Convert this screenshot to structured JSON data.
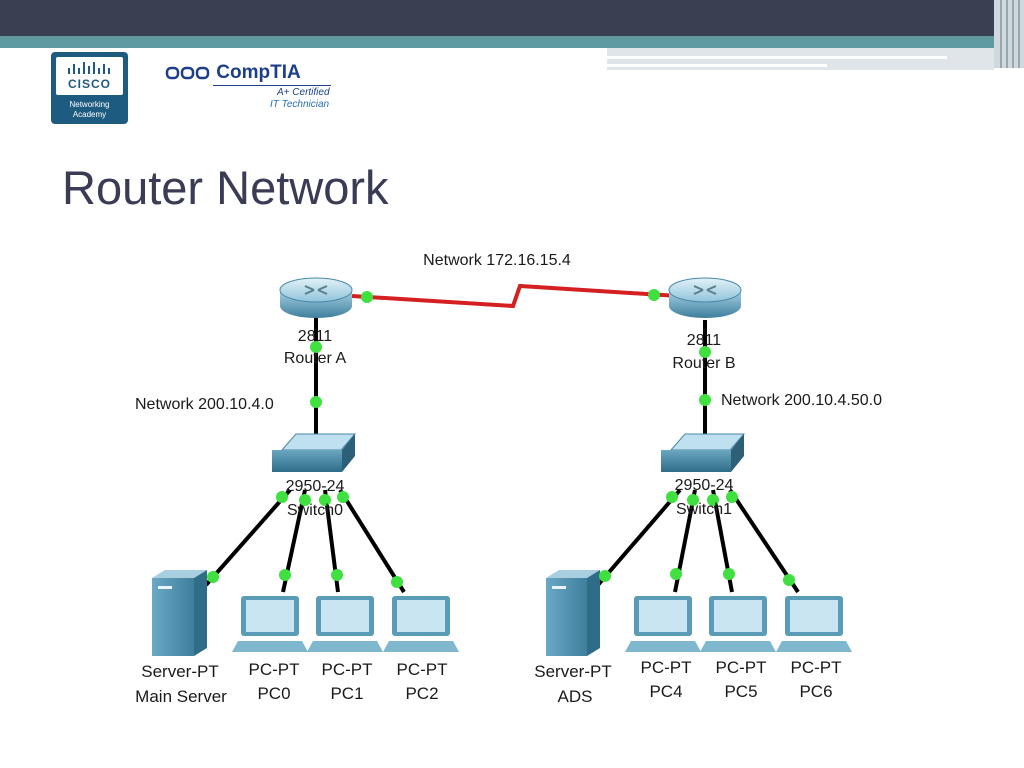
{
  "slide": {
    "title": "Router Network"
  },
  "logos": {
    "cisco": {
      "word": "CISCO",
      "sub1": "Networking",
      "sub2": "Academy",
      "icon": "cisco-bridge-icon"
    },
    "comptia": {
      "name": "CompTIA",
      "cert": "A+ Certified",
      "role": "IT Technician",
      "icon": "comptia-logo-icon"
    }
  },
  "colors": {
    "header": "#3b3f52",
    "accent": "#5f9aa0",
    "title": "#3a3b55",
    "serial_link": "#d42020",
    "ethernet_link": "#000000",
    "port": "#3fe03f"
  },
  "diagram": {
    "wan_label": "Network 172.16.15.4",
    "routers": [
      {
        "model": "2811",
        "name": "Router A"
      },
      {
        "model": "2811",
        "name": "Router B"
      }
    ],
    "lan_labels": [
      "Network 200.10.4.0",
      "Network 200.10.4.50.0"
    ],
    "switches": [
      {
        "model": "2950-24",
        "name": "Switch0"
      },
      {
        "model": "2950-24",
        "name": "Switch1"
      }
    ],
    "hosts": [
      {
        "type": "Server-PT",
        "name": "Main Server"
      },
      {
        "type": "PC-PT",
        "name": "PC0"
      },
      {
        "type": "PC-PT",
        "name": "PC1"
      },
      {
        "type": "PC-PT",
        "name": "PC2"
      },
      {
        "type": "Server-PT",
        "name": "ADS"
      },
      {
        "type": "PC-PT",
        "name": "PC4"
      },
      {
        "type": "PC-PT",
        "name": "PC5"
      },
      {
        "type": "PC-PT",
        "name": "PC6"
      }
    ]
  }
}
